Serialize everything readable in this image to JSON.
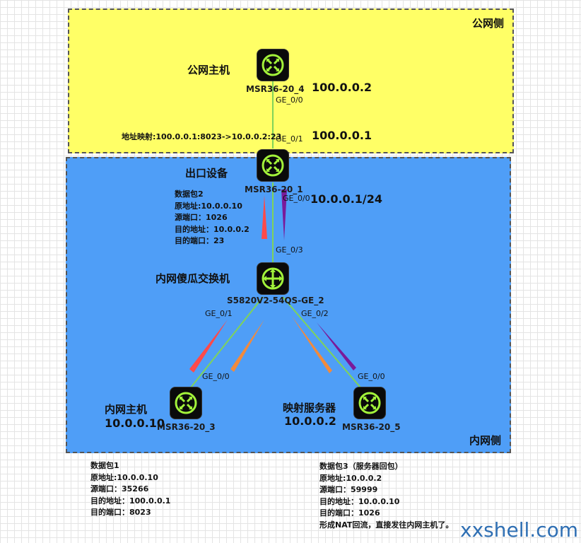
{
  "zones": {
    "public_label": "公网侧",
    "private_label": "内网侧"
  },
  "devices": {
    "public_host": {
      "role": "公网主机",
      "model": "MSR36-20_4",
      "ip": "100.0.0.2",
      "port": "GE_0/0",
      "icon": "router-icon"
    },
    "egress": {
      "role": "出口设备",
      "model": "MSR36-20_1",
      "ip_public": "100.0.0.1",
      "ip_private": "10.0.0.1/24",
      "port_up": "GE_0/1",
      "port_down": "GE_0/0",
      "icon": "router-icon"
    },
    "switch": {
      "role": "内网傻瓜交换机",
      "model": "S5820V2-54QS-GE_2",
      "port_up": "GE_0/3",
      "port_left": "GE_0/1",
      "port_right": "GE_0/2",
      "icon": "switch-icon"
    },
    "inner_host": {
      "role": "内网主机",
      "model": "MSR36-20_3",
      "ip": "10.0.0.10",
      "port": "GE_0/0",
      "icon": "router-icon"
    },
    "server": {
      "role": "映射服务器",
      "model": "MSR36-20_5",
      "ip": "10.0.0.2",
      "port": "GE_0/0",
      "icon": "router-icon"
    }
  },
  "mapping_note": "地址映射:100.0.0.1:8023->10.0.0.2:23",
  "packet2": [
    "数据包2",
    "原地址:10.0.0.10",
    "源端口：1026",
    "目的地址：10.0.0.2",
    "目的端口：23"
  ],
  "packet1": [
    "数据包1",
    "原地址:10.0.0.10",
    "源端口：35266",
    "目的地址：100.0.0.1",
    "目的端口：8023"
  ],
  "packet3": [
    "数据包3（服务器回包）",
    "原地址:10.0.0.2",
    "源端口：59999",
    "目的地址：10.0.0.10",
    "目的端口：1026",
    "形成NAT回流，直接发往内网主机了。"
  ],
  "colors": {
    "public_zone": "#ffff66",
    "private_zone": "#4f9ef7",
    "link": "#7fd35a",
    "arrow_red": "#ff4a4a",
    "arrow_orange": "#f28a3c",
    "arrow_purple": "#7a1a9a",
    "icon_green": "#a2f23a"
  },
  "watermark": "xxshell.com"
}
